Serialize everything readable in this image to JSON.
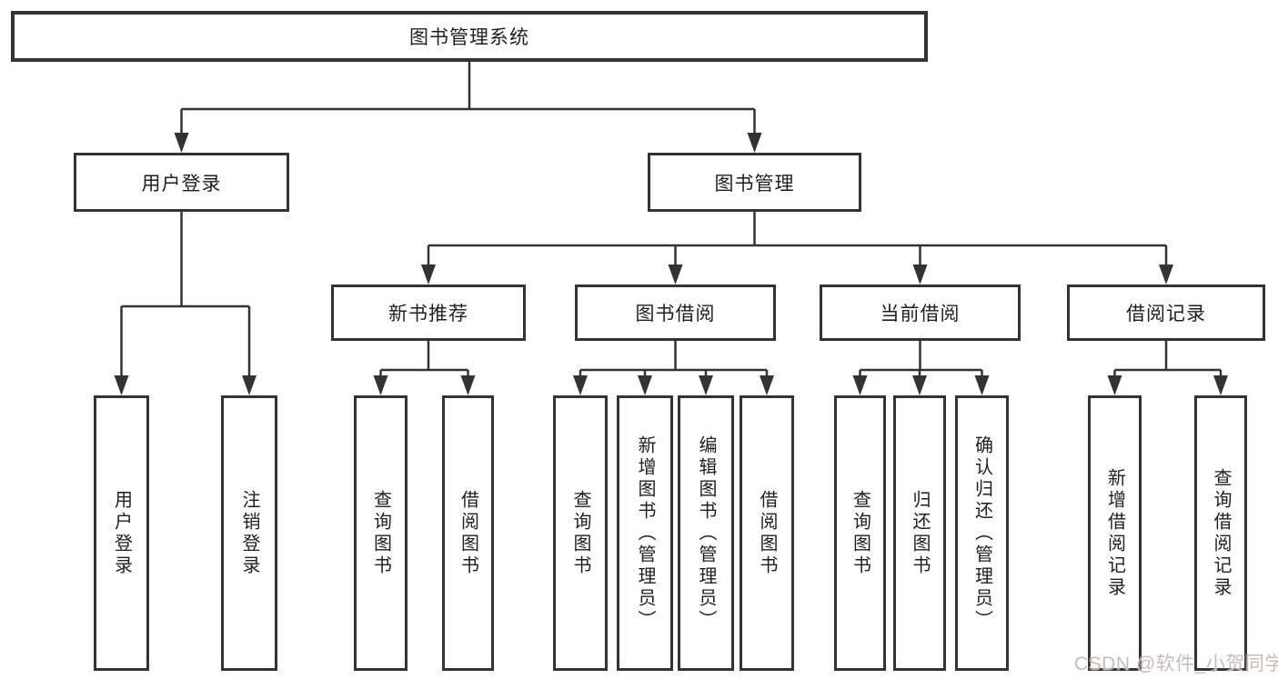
{
  "colors": {
    "line": "#333333",
    "text": "#1f1f1f",
    "bg": "#ffffff",
    "watermark": "#c6bcbc"
  },
  "tree": {
    "label": "图书管理系统",
    "children": [
      {
        "label": "用户登录",
        "children": [
          {
            "label": "用户登录"
          },
          {
            "label": "注销登录"
          }
        ]
      },
      {
        "label": "图书管理",
        "children": [
          {
            "label": "新书推荐",
            "children": [
              {
                "label": "查询图书"
              },
              {
                "label": "借阅图书"
              }
            ]
          },
          {
            "label": "图书借阅",
            "children": [
              {
                "label": "查询图书"
              },
              {
                "label": "新增图书（管理员）"
              },
              {
                "label": "编辑图书（管理员）"
              },
              {
                "label": "借阅图书"
              }
            ]
          },
          {
            "label": "当前借阅",
            "children": [
              {
                "label": "查询图书"
              },
              {
                "label": "归还图书"
              },
              {
                "label": "确认归还（管理员）"
              }
            ]
          },
          {
            "label": "借阅记录",
            "children": [
              {
                "label": "新增借阅记录"
              },
              {
                "label": "查询借阅记录"
              }
            ]
          }
        ]
      }
    ]
  },
  "watermark": {
    "text": "CSDN @软件_小贺同学"
  }
}
